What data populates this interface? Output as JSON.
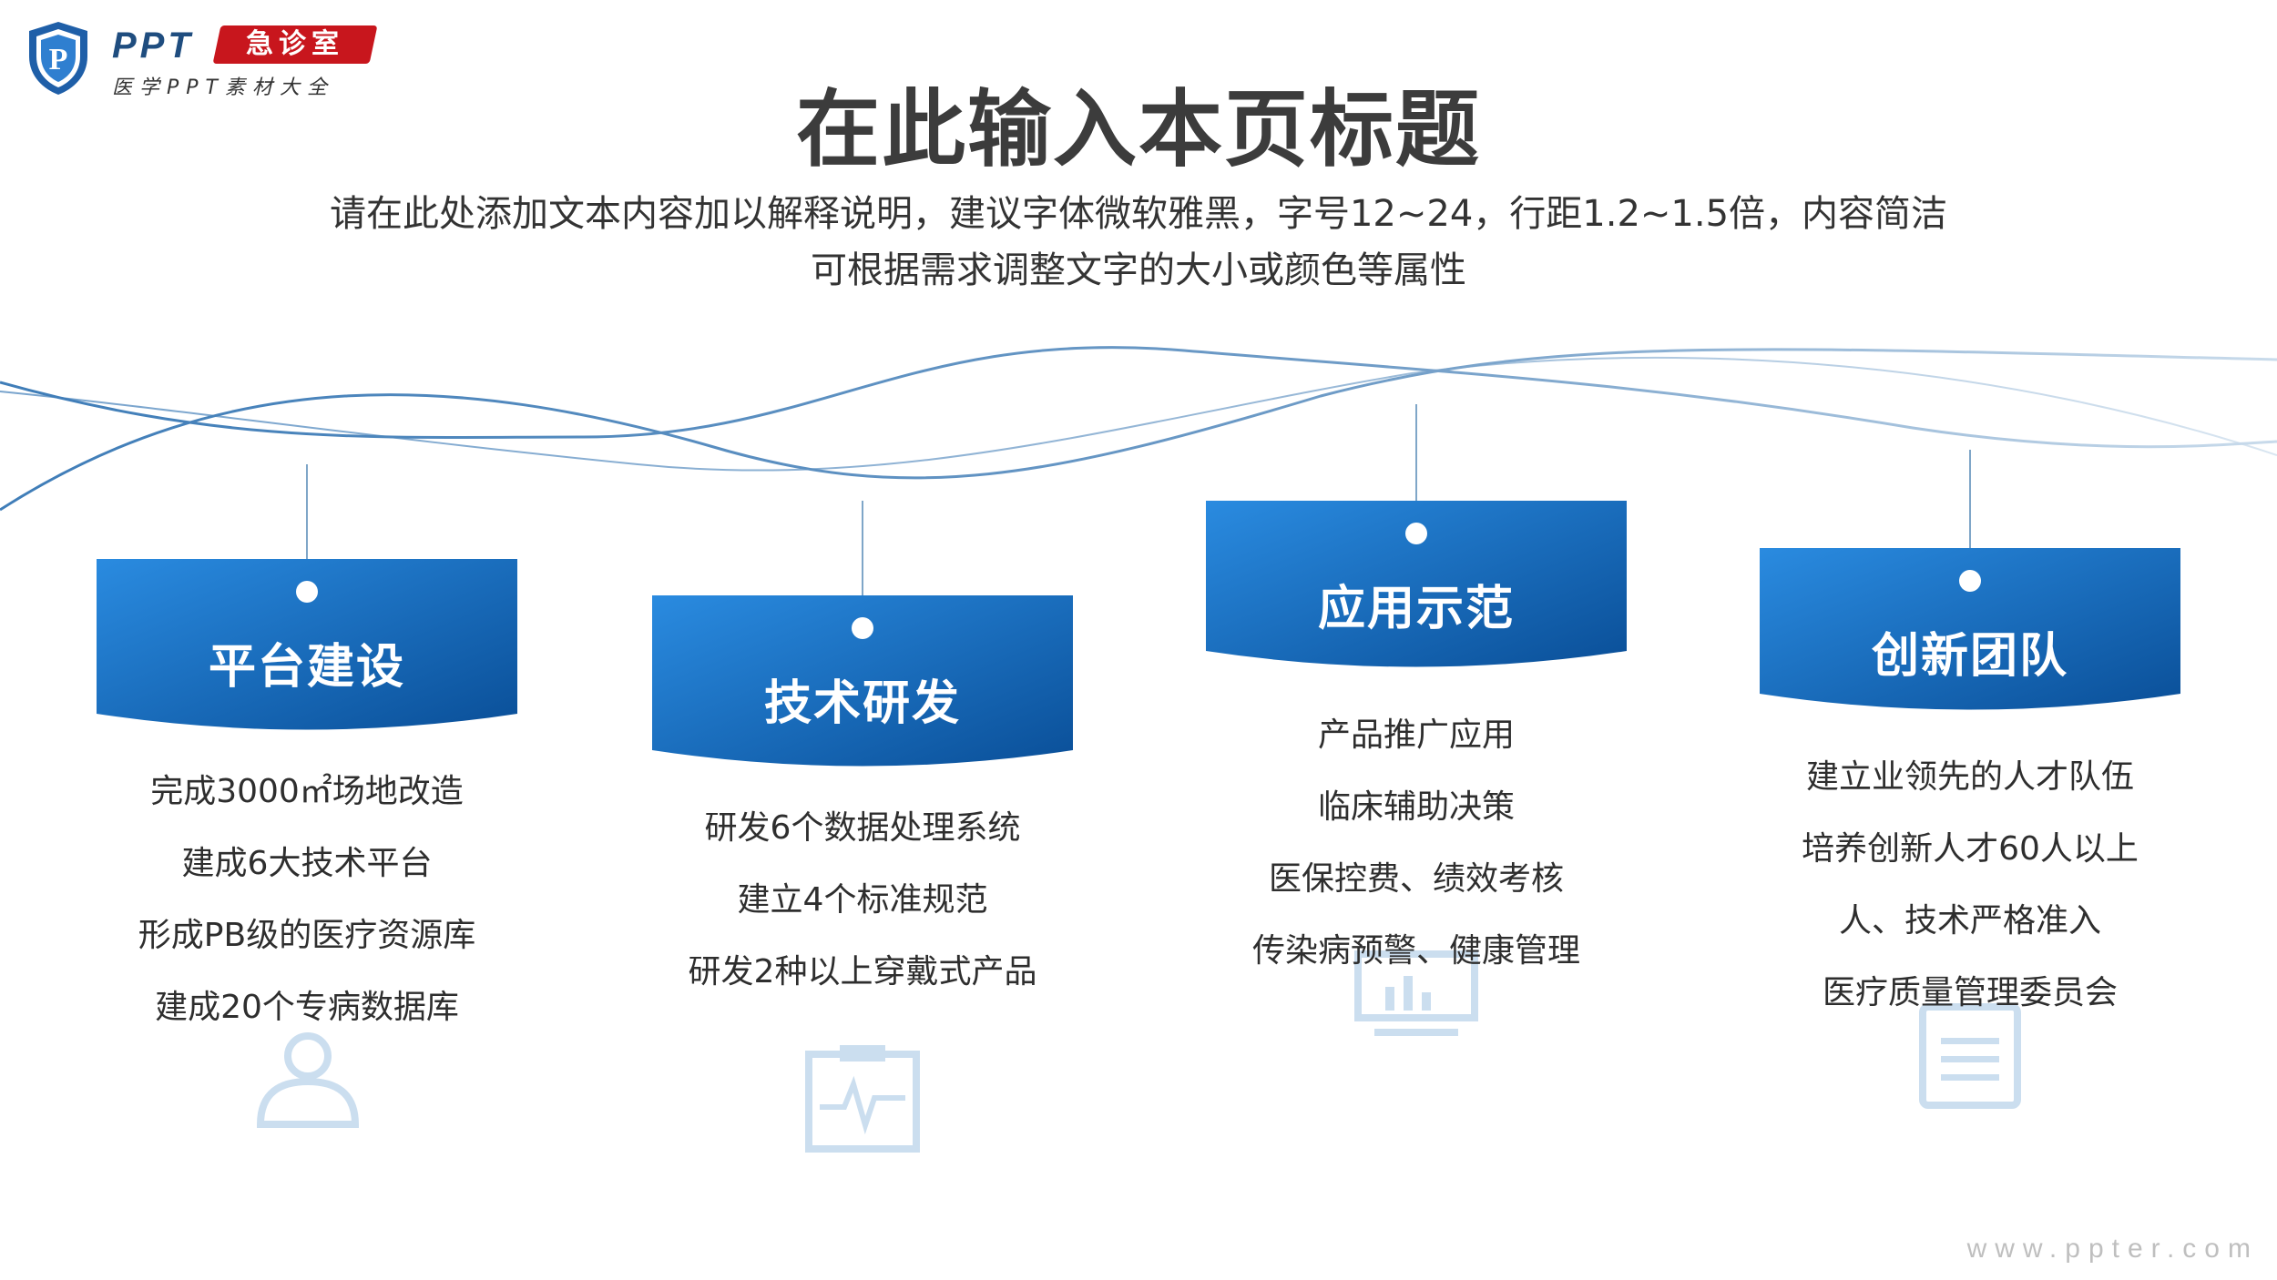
{
  "logo": {
    "ppt": "PPT",
    "badge": "急诊室",
    "tagline": "医学PPT素材大全",
    "emblem_letter": "P"
  },
  "title": "在此输入本页标题",
  "subtitle": [
    "请在此处添加文本内容加以解释说明，建议字体微软雅黑，字号12~24，行距1.2~1.5倍，内容简洁",
    "可根据需求调整文字的大小或颜色等属性"
  ],
  "colors": {
    "card_dark": "#0a5aa8",
    "card_light": "#2a8be0",
    "wave": "#5b8fc0",
    "title": "#3c3c3c"
  },
  "cards": [
    {
      "title": "平台建设",
      "icon": "doctor-icon",
      "items": [
        "完成3000㎡场地改造",
        "建成6大技术平台",
        "形成PB级的医疗资源库",
        "建成20个专病数据库"
      ]
    },
    {
      "title": "技术研发",
      "icon": "clipboard-heartbeat-icon",
      "items": [
        "研发6个数据处理系统",
        "建立4个标准规范",
        "研发2种以上穿戴式产品"
      ]
    },
    {
      "title": "应用示范",
      "icon": "monitor-icon",
      "items": [
        "产品推广应用",
        "临床辅助决策",
        "医保控费、绩效考核",
        "传染病预警、健康管理"
      ]
    },
    {
      "title": "创新团队",
      "icon": "document-icon",
      "items": [
        "建立业领先的人才队伍",
        "培养创新人才60人以上",
        "人、技术严格准入",
        "医疗质量管理委员会"
      ]
    }
  ],
  "watermark": "www.ppter.com"
}
